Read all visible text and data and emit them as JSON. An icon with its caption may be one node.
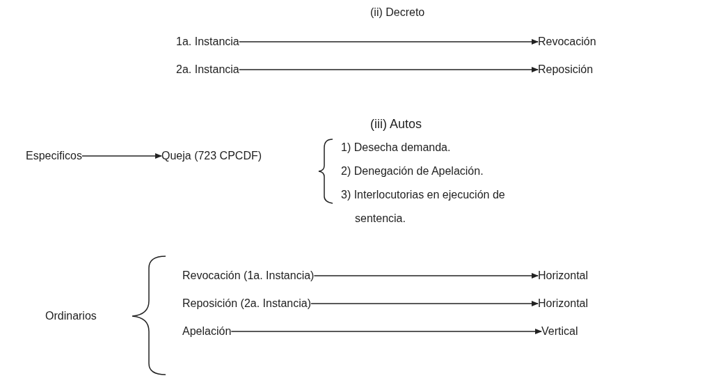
{
  "diagram": {
    "nodes": [
      {
        "text": [
          "1a. Instancia"
        ]
      },
      {
        "text": [
          "Revocación"
        ]
      },
      {
        "text": [
          "2a. Instancia"
        ]
      },
      {
        "text": [
          "Reposición"
        ]
      },
      {
        "text": [
          "Especificos"
        ]
      },
      {
        "text": [
          "Queja (723 CPCDF)"
        ]
      },
      {
        "text": [
          "Revocación (1a. Instancia)"
        ]
      },
      {
        "text": [
          "Horizontal"
        ]
      },
      {
        "text": [
          "Reposición (2a. Instancia)"
        ]
      },
      {
        "text": [
          "Horizontal"
        ]
      },
      {
        "text": [
          "Apelación"
        ]
      },
      {
        "text": [
          "Vertical"
        ]
      }
    ],
    "edges": [
      {
        "from": 0,
        "to": 1,
        "arrow": "to"
      },
      {
        "from": 2,
        "to": 3,
        "arrow": "to"
      },
      {
        "from": 4,
        "to": 5,
        "arrow": "to"
      },
      {
        "from": 6,
        "to": 7,
        "arrow": "to"
      },
      {
        "from": 8,
        "to": 9,
        "arrow": "to"
      },
      {
        "from": 10,
        "to": 11,
        "arrow": "to"
      }
    ],
    "labels": [
      "(ii) Decreto",
      "(iii) Autos",
      "1) Desecha demanda.",
      "2) Denegación de Apelación.",
      "3) Interlocutorias en ejecución de sentencia.",
      "Ordinarios"
    ]
  }
}
